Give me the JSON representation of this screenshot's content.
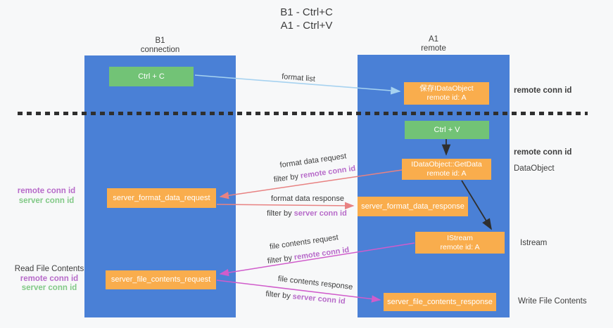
{
  "title": {
    "line1": "B1 - Ctrl+C",
    "line2": "A1 - Ctrl+V"
  },
  "columns": {
    "left": {
      "name": "B1",
      "role": "connection"
    },
    "right": {
      "name": "A1",
      "role": "remote"
    }
  },
  "boxes": {
    "ctrl_c": "Ctrl + C",
    "ctrl_v": "Ctrl + V",
    "save_idataobject_l1": "保存IDataObject",
    "save_idataobject_l2": "remote id: A",
    "getdata_l1": "IDataObject::GetData",
    "getdata_l2": "remote id: A",
    "istream_l1": "IStream",
    "istream_l2": "remote id: A",
    "server_format_data_request": "server_format_data_request",
    "server_format_data_response": "server_format_data_response",
    "server_file_contents_request": "server_file_contents_request",
    "server_file_contents_response": "server_file_contents_response"
  },
  "arrow_labels": {
    "format_list": "format list",
    "format_data_request": "format data request",
    "format_data_response": "format data response",
    "file_contents_request": "file contents request",
    "file_contents_response": "file contents response",
    "filter_by": "filter by",
    "remote_conn_id": "remote conn id",
    "server_conn_id": "server conn id"
  },
  "side_labels": {
    "remote_conn_id": "remote conn id",
    "server_conn_id": "server conn id",
    "read_file_contents": "Read File Contents",
    "write_file_contents": "Write File Contents",
    "dataobject": "DataObject",
    "istream": "Istream"
  },
  "colors": {
    "background": "#f7f8f9",
    "column_blue": "#4a80d6",
    "box_green": "#72c376",
    "box_orange": "#f9ad4d",
    "arrow_lightblue": "#a6d2f0",
    "arrow_red": "#e88282",
    "arrow_magenta": "#d05ccb",
    "arrow_black": "#2f2f2f",
    "label_purple": "#b76bc9",
    "label_green": "#82c987"
  }
}
